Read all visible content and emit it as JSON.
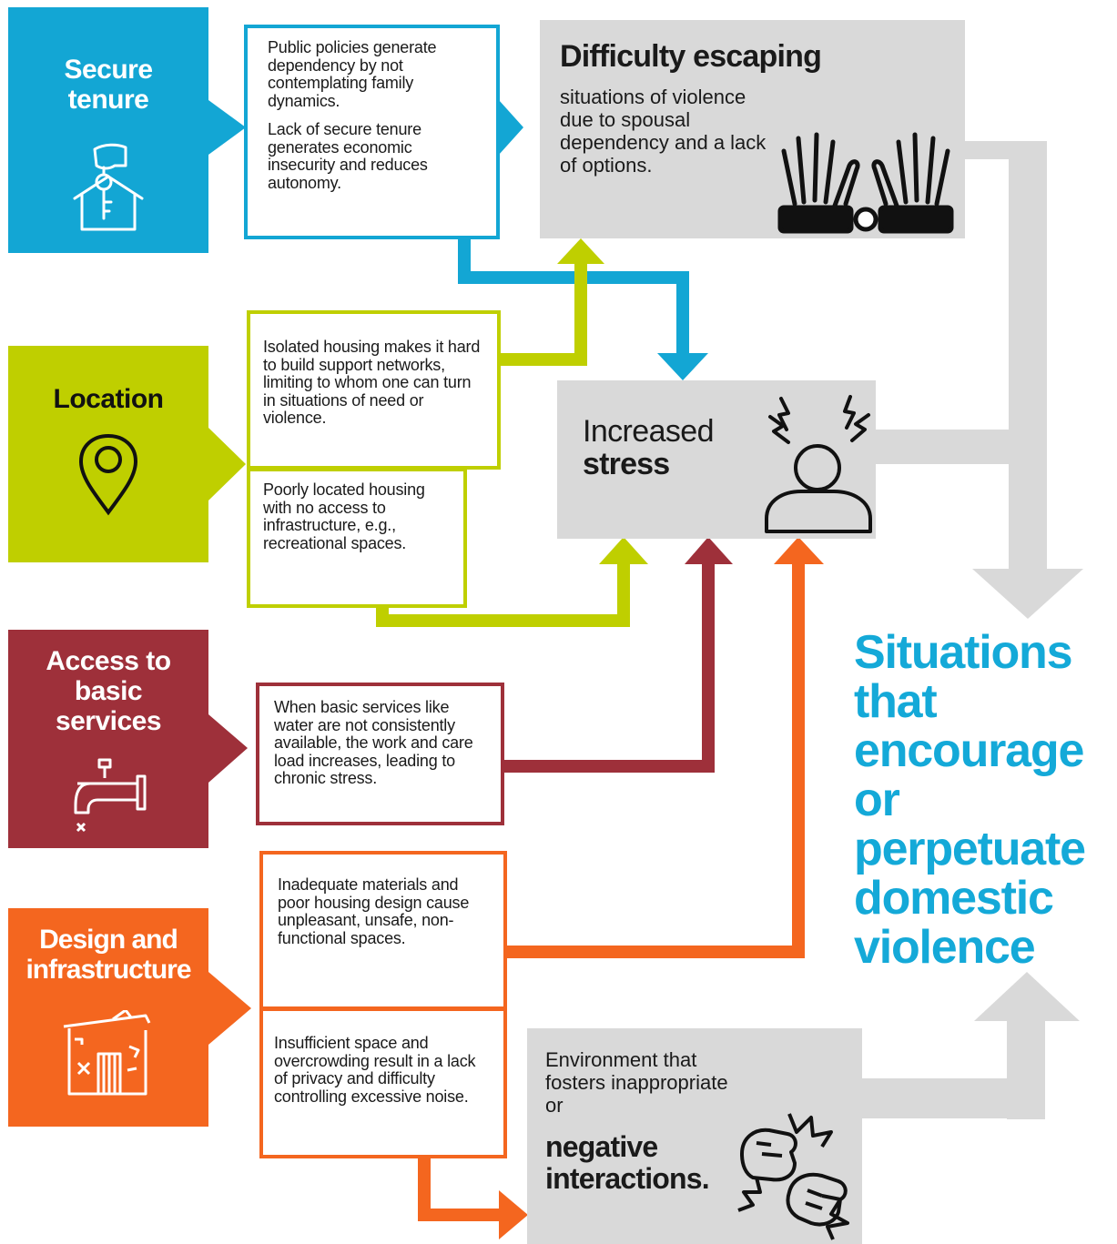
{
  "colors": {
    "secure": "#13a6d4",
    "location": "#bfcf00",
    "services": "#9e303a",
    "design": "#f4661f",
    "gray": "#d9d9d9",
    "title": "#14a9d8"
  },
  "categories": {
    "secure": {
      "title": "Secure tenure",
      "icon": "hand-key-house-icon"
    },
    "location": {
      "title": "Location",
      "icon": "location-pin-icon"
    },
    "services": {
      "title": "Access to basic services",
      "icon": "water-tap-icon"
    },
    "design": {
      "title": "Design and infrastructure",
      "icon": "damaged-house-icon"
    }
  },
  "causes": {
    "secure_1": "Public policies generate dependency by not contemplating family dynamics.",
    "secure_2": "Lack of secure tenure generates economic insecurity and reduces autonomy.",
    "location_1": "Isolated housing makes it hard to build support networks, limiting to whom one can turn in situations of need or violence.",
    "location_2": "Poorly located housing with no access to infrastructure, e.g., recreational spaces.",
    "services_1": "When basic services like water are not consistently available, the work and care load increases, leading to chronic stress.",
    "design_1": "Inadequate materials and poor housing design cause unpleasant, unsafe, non-functional spaces.",
    "design_2": "Insufficient space and overcrowding result in a lack of privacy and difficulty controlling excessive noise."
  },
  "effects": {
    "escaping": {
      "title": "Difficulty escaping",
      "text": "situations of violence due to spousal dependency and a lack of options.",
      "icon": "handcuffed-hands-icon"
    },
    "stress": {
      "line1": "Increased",
      "line2": "stress",
      "icon": "stressed-person-icon"
    },
    "negative": {
      "text": "Environment that fosters inappropriate or",
      "bold": "negative interactions.",
      "icon": "fighting-fists-icon"
    }
  },
  "outcome": {
    "title": "Situations that encourage or perpetuate domestic violence"
  }
}
